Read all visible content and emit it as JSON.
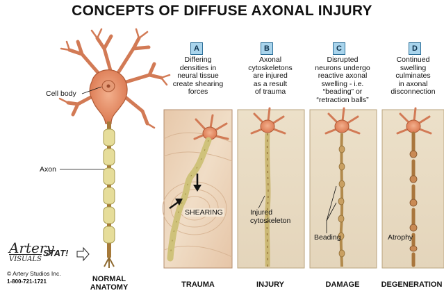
{
  "title": "CONCEPTS OF DIFFUSE AXONAL INJURY",
  "labels": {
    "cell_body": "Cell body",
    "axon": "Axon",
    "shearing": "SHEARING",
    "injured_cytoskeleton": "Injured\ncytoskeleton",
    "beading": "Beading",
    "atrophy": "Atrophy"
  },
  "panels": [
    {
      "letter": "A",
      "description": "Differing\ndensities in\nneural tissue\ncreate shearing\nforces",
      "caption": "TRAUMA"
    },
    {
      "letter": "B",
      "description": "Axonal\ncytoskeletons\nare injured\nas a result\nof trauma",
      "caption": "INJURY"
    },
    {
      "letter": "C",
      "description": "Disrupted\nneurons undergo\nreactive axonal\nswelling - i.e.\n“beading” or\n“retraction balls”",
      "caption": "DAMAGE"
    },
    {
      "letter": "D",
      "description": "Continued\nswelling\nculminates\nin axonal\ndisconnection",
      "caption": "DEGENERATION"
    }
  ],
  "normal_caption": "NORMAL\nANATOMY",
  "branding": {
    "logo_top": "Artery",
    "logo_bottom": "VISUALS",
    "logo_stat": "STAT!",
    "copyright": "© Artery Studios Inc.",
    "phone": "1-800-721-1721"
  },
  "colors": {
    "badge_fill": "#a9d4ec",
    "neuron_body": "#e8906a",
    "myelin": "#e6dd9a",
    "axon_brown": "#a67a3a",
    "tissue": "#ead7bd"
  }
}
